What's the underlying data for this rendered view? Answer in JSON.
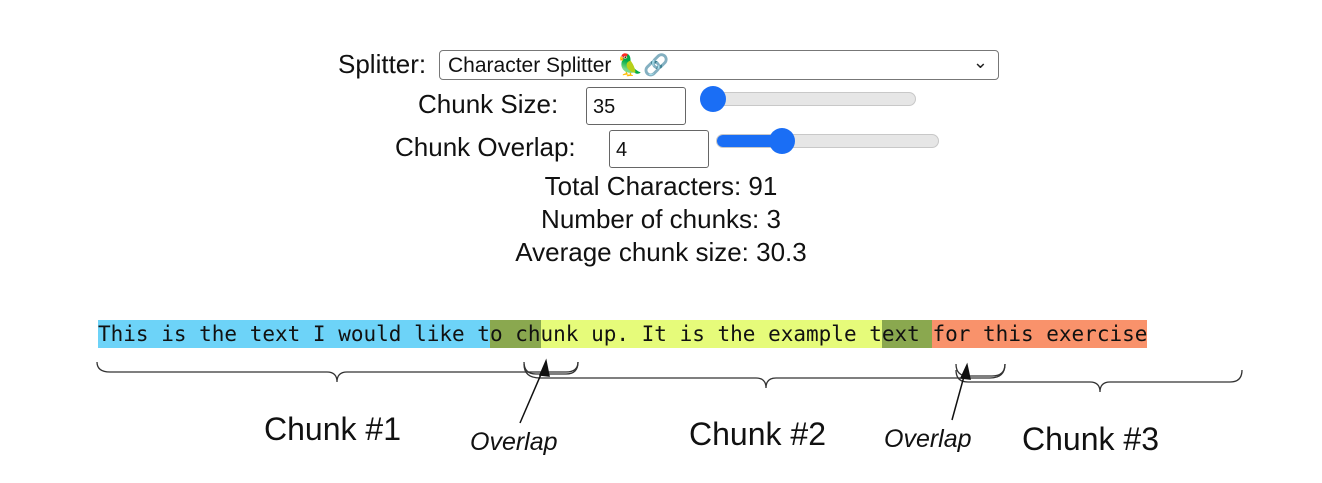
{
  "controls": {
    "splitter_label": "Splitter:",
    "splitter_value": "Character Splitter 🦜🔗",
    "chunk_size_label": "Chunk Size:",
    "chunk_size_value": "35",
    "chunk_size_slider_fraction": 0.0,
    "chunk_overlap_label": "Chunk Overlap:",
    "chunk_overlap_value": "4",
    "chunk_overlap_slider_fraction": 0.27
  },
  "stats": {
    "total_characters": "Total Characters: 91",
    "number_of_chunks": "Number of chunks: 3",
    "average_chunk_size": "Average chunk size: 30.3"
  },
  "text_segments": [
    {
      "text": "This is the text I would like t",
      "color": "#6dd3f8"
    },
    {
      "text": "o ch",
      "color": "#8aa84f"
    },
    {
      "text": "unk up. It is the example t",
      "color": "#e6fb7a"
    },
    {
      "text": "ext ",
      "color": "#8aa84f"
    },
    {
      "text": "for this exercise",
      "color": "#f9926b"
    }
  ],
  "annotations": {
    "chunk1": "Chunk #1",
    "chunk2": "Chunk #2",
    "chunk3": "Chunk #3",
    "overlap1": "Overlap",
    "overlap2": "Overlap"
  },
  "colors": {
    "accent": "#1a6ef5"
  }
}
